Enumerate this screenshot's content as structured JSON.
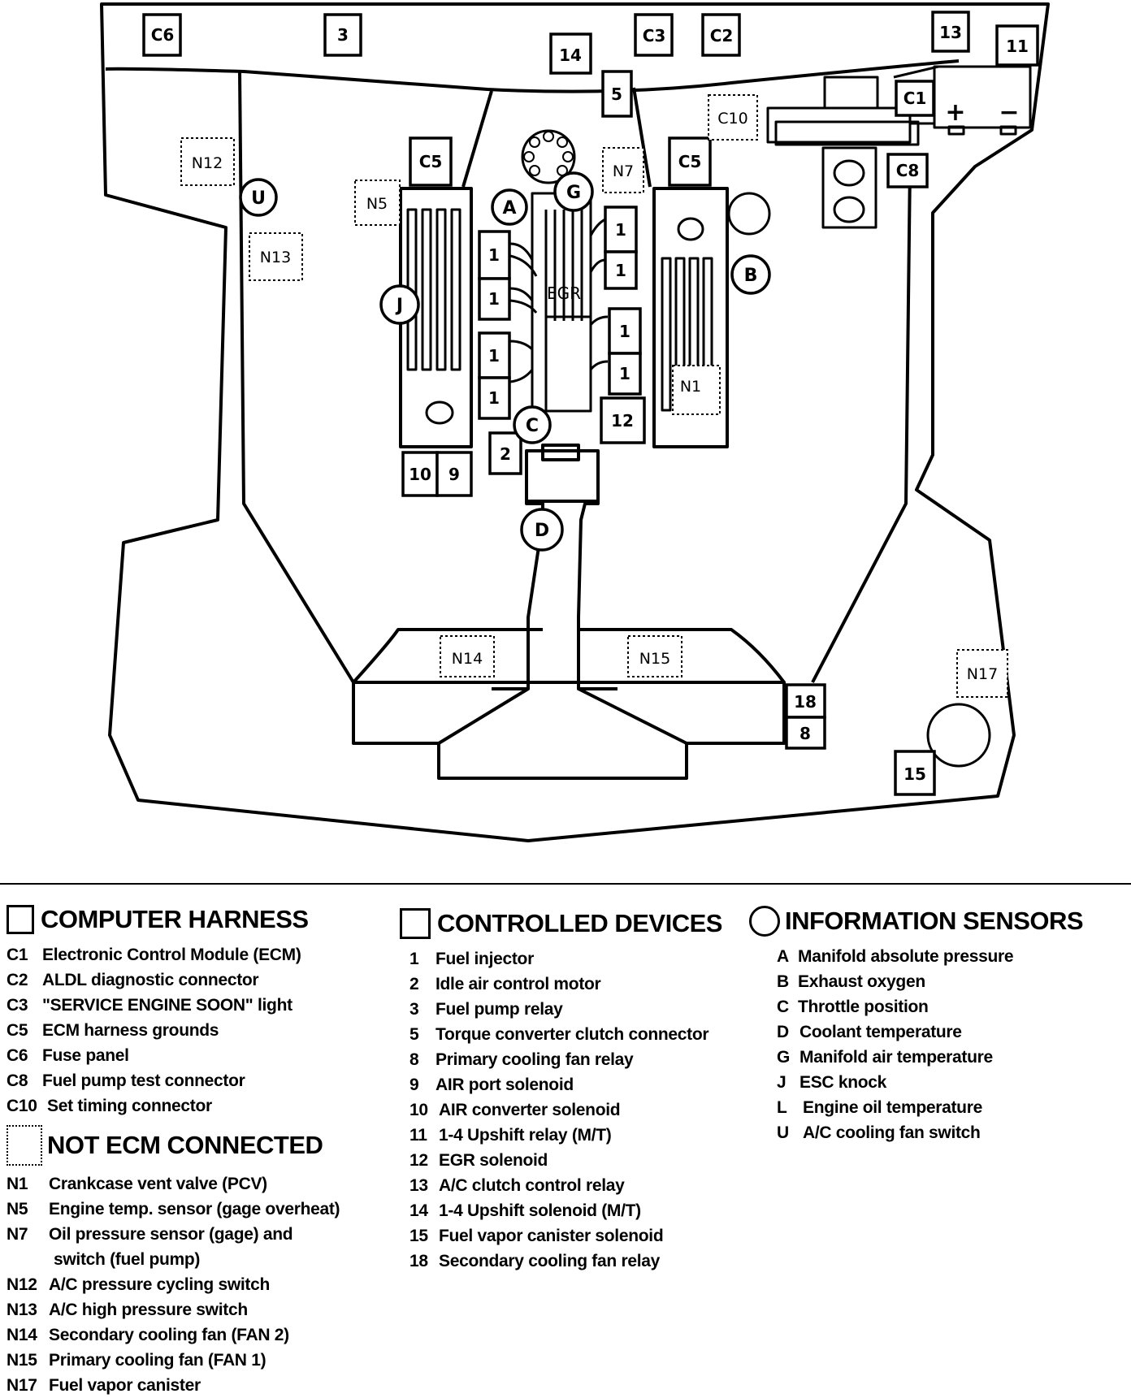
{
  "diagram": {
    "harness_boxes": {
      "c6": "C6",
      "c3": "C3",
      "c2": "C2",
      "c1": "C1",
      "c5_left": "C5",
      "c5_right": "C5",
      "c8": "C8"
    },
    "device_boxes": {
      "d3": "3",
      "d13": "13",
      "d11": "11",
      "d14": "14",
      "d5": "5",
      "d1a": "1",
      "d1b": "1",
      "d1c": "1",
      "d1d": "1",
      "d1e": "1",
      "d1f": "1",
      "d1g": "1",
      "d1h": "1",
      "d12": "12",
      "d2": "2",
      "d10": "10",
      "d9": "9",
      "d18": "18",
      "d8": "8",
      "d15": "15"
    },
    "not_ecm_boxes": {
      "c10": "C10",
      "n12": "N12",
      "n13": "N13",
      "n5": "N5",
      "n7": "N7",
      "n1": "N1",
      "n14": "N14",
      "n15": "N15",
      "n17": "N17"
    },
    "sensor_circles": {
      "a": "A",
      "g": "G",
      "u": "U",
      "j": "J",
      "b": "B",
      "c": "C",
      "d": "D"
    },
    "egr_label": "EGR",
    "battery": {
      "plus": "+",
      "minus": "−"
    }
  },
  "legend": {
    "computer_harness": {
      "heading": "COMPUTER HARNESS",
      "items": [
        {
          "code": "C1",
          "text": "Electronic Control Module (ECM)"
        },
        {
          "code": "C2",
          "text": "ALDL diagnostic connector"
        },
        {
          "code": "C3",
          "text": "\"SERVICE ENGINE SOON\" light"
        },
        {
          "code": "C5",
          "text": "ECM harness grounds"
        },
        {
          "code": "C6",
          "text": "Fuse panel"
        },
        {
          "code": "C8",
          "text": "Fuel pump test connector"
        },
        {
          "code": "C10",
          "text": "Set timing connector"
        }
      ]
    },
    "not_ecm_connected": {
      "heading": "NOT ECM CONNECTED",
      "items": [
        {
          "code": "N1",
          "text": "Crankcase vent valve (PCV)"
        },
        {
          "code": "N5",
          "text": "Engine temp. sensor (gage overheat)"
        },
        {
          "code": "N7",
          "text": "Oil pressure sensor (gage) and",
          "text2": "switch (fuel pump)"
        },
        {
          "code": "N12",
          "text": "A/C pressure cycling switch"
        },
        {
          "code": "N13",
          "text": "A/C high pressure switch"
        },
        {
          "code": "N14",
          "text": "Secondary cooling fan (FAN 2)"
        },
        {
          "code": "N15",
          "text": "Primary cooling fan (FAN 1)"
        },
        {
          "code": "N17",
          "text": "Fuel vapor canister"
        }
      ]
    },
    "controlled_devices": {
      "heading": "CONTROLLED DEVICES",
      "items": [
        {
          "code": "1",
          "text": "Fuel injector"
        },
        {
          "code": "2",
          "text": "Idle air control motor"
        },
        {
          "code": "3",
          "text": "Fuel pump relay"
        },
        {
          "code": "5",
          "text": "Torque converter clutch connector"
        },
        {
          "code": "8",
          "text": "Primary cooling fan relay"
        },
        {
          "code": "9",
          "text": "AIR port solenoid"
        },
        {
          "code": "10",
          "text": "AIR converter solenoid"
        },
        {
          "code": "11",
          "text": "1-4 Upshift relay (M/T)"
        },
        {
          "code": "12",
          "text": "EGR solenoid"
        },
        {
          "code": "13",
          "text": "A/C clutch control relay"
        },
        {
          "code": "14",
          "text": "1-4 Upshift solenoid (M/T)"
        },
        {
          "code": "15",
          "text": "Fuel vapor canister solenoid"
        },
        {
          "code": "18",
          "text": "Secondary cooling fan relay"
        }
      ]
    },
    "information_sensors": {
      "heading": "INFORMATION SENSORS",
      "items": [
        {
          "code": "A",
          "text": "Manifold absolute pressure"
        },
        {
          "code": "B",
          "text": "Exhaust oxygen"
        },
        {
          "code": "C",
          "text": "Throttle position"
        },
        {
          "code": "D",
          "text": "Coolant temperature"
        },
        {
          "code": "G",
          "text": "Manifold air temperature"
        },
        {
          "code": "J",
          "text": "ESC knock"
        },
        {
          "code": "L",
          "text": "Engine oil temperature"
        },
        {
          "code": "U",
          "text": "A/C cooling fan switch"
        }
      ]
    }
  }
}
